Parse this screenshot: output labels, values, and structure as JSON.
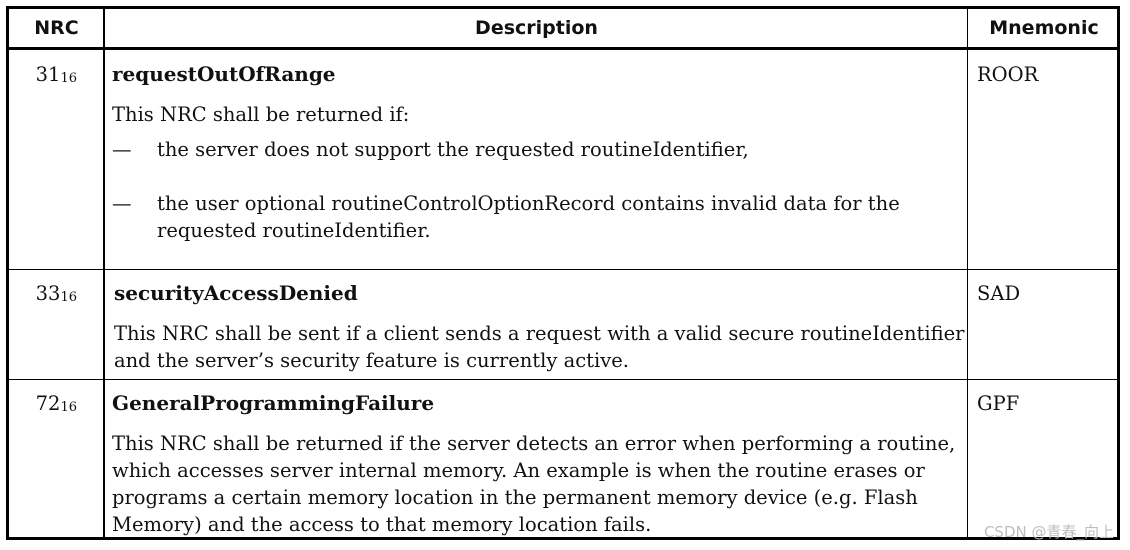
{
  "headers": {
    "nrc": "NRC",
    "description": "Description",
    "mnemonic": "Mnemonic"
  },
  "rows": [
    {
      "nrc_value": "31",
      "nrc_base": "16",
      "title": "requestOutOfRange",
      "intro": "This NRC shall be returned if:",
      "bullets": [
        {
          "dash": "—",
          "text": "the server does not support the requested routineIdentifier,"
        },
        {
          "dash": "—",
          "line1": "the user optional routineControlOptionRecord contains invalid data for the",
          "line2": "requested routineIdentifier."
        }
      ],
      "mnemonic": "ROOR"
    },
    {
      "nrc_value": "33",
      "nrc_base": "16",
      "title": "securityAccessDenied",
      "lines": [
        "This NRC shall be sent if a client sends a request with a valid secure routineIdentifier",
        "and the server’s security feature is currently active."
      ],
      "mnemonic": "SAD"
    },
    {
      "nrc_value": "72",
      "nrc_base": "16",
      "title": "GeneralProgrammingFailure",
      "lines": [
        "This NRC shall be returned if the server detects an error when performing a routine,",
        "which accesses server internal memory. An example is when the routine erases or",
        "programs a certain memory location in the permanent memory device (e.g. Flash",
        "Memory) and the access to that memory location fails."
      ],
      "mnemonic": "GPF"
    }
  ],
  "watermark": "CSDN @青春_向上"
}
